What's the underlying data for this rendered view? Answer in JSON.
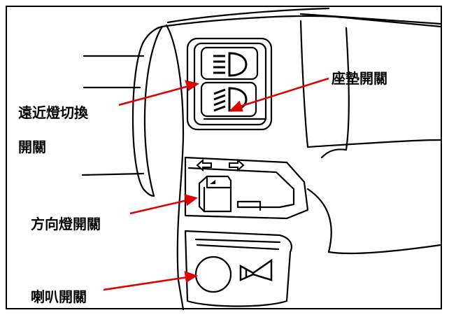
{
  "labels": {
    "dimmer_switch_line1": "遠近燈切換",
    "dimmer_switch_line2": "開關",
    "seat_switch": "座墊開關",
    "turn_signal_switch": "方向燈開關",
    "horn_switch": "喇叭開關"
  },
  "icons": {
    "high_beam": "high-beam-icon",
    "low_beam": "low-beam-icon",
    "turn_left": "turn-left-arrow-icon",
    "turn_right": "turn-right-arrow-icon",
    "horn": "horn-icon"
  },
  "colors": {
    "line": "#000000",
    "arrow": "#e00000",
    "background": "#ffffff"
  }
}
